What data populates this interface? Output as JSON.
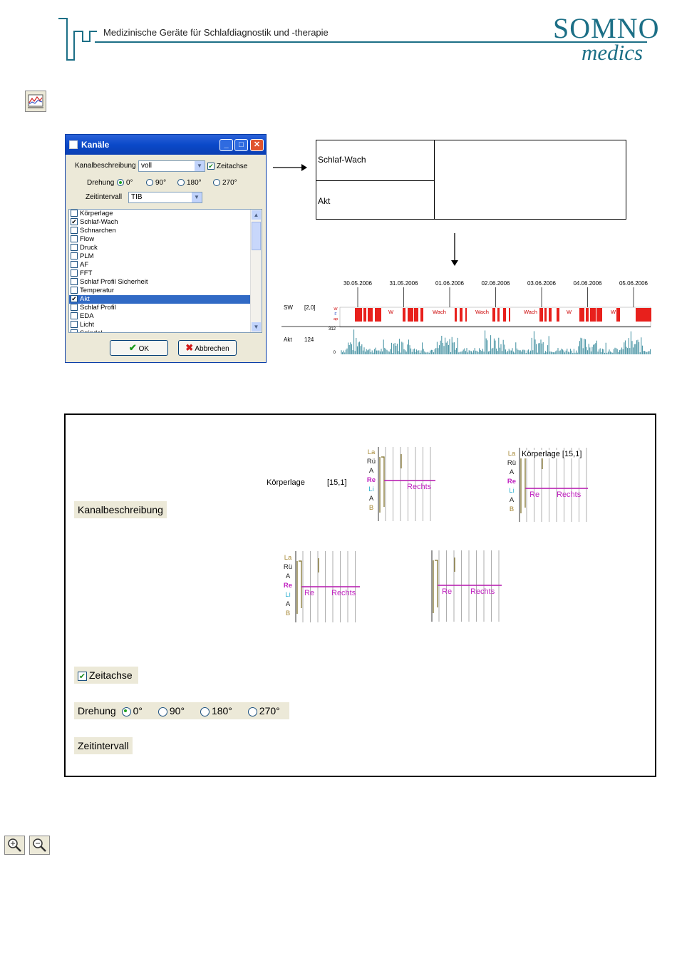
{
  "header": {
    "tagline": "Medizinische Geräte für Schlafdiagnostik und -therapie",
    "brand_line1": "SOMNO",
    "brand_line2": "medics",
    "colors": {
      "brand": "#1c6f86"
    }
  },
  "toolbar_icon": "channel-chart-icon",
  "dialog": {
    "title": "Kanäle",
    "kanalbeschreibung_label": "Kanalbeschreibung",
    "kanalbeschreibung_value": "voll",
    "zeitachse_label": "Zeitachse",
    "drehung_label": "Drehung",
    "rotation_options": [
      "0°",
      "90°",
      "180°",
      "270°"
    ],
    "zeitintervall_label": "Zeitintervall",
    "zeitintervall_value": "TIB",
    "channels": [
      {
        "label": "Körperlage",
        "checked": false
      },
      {
        "label": "Schlaf-Wach",
        "checked": true
      },
      {
        "label": "Schnarchen",
        "checked": false
      },
      {
        "label": "Flow",
        "checked": false
      },
      {
        "label": "Druck",
        "checked": false
      },
      {
        "label": "PLM",
        "checked": false
      },
      {
        "label": "AF",
        "checked": false
      },
      {
        "label": "FFT",
        "checked": false
      },
      {
        "label": "Schlaf Profil Sicherheit",
        "checked": false
      },
      {
        "label": "Temperatur",
        "checked": false
      },
      {
        "label": "Akt",
        "checked": true
      },
      {
        "label": "Schlaf Profil",
        "checked": false
      },
      {
        "label": "EDA",
        "checked": false
      },
      {
        "label": "Licht",
        "checked": false
      },
      {
        "label": "Spindel",
        "checked": false
      }
    ],
    "ok_label": "OK",
    "cancel_label": "Abbrechen"
  },
  "layout_table": {
    "row1": "Schlaf-Wach",
    "row2": "Akt"
  },
  "chart": {
    "dates": [
      "30.05.2006",
      "31.05.2006",
      "01.06.2006",
      "02.06.2006",
      "03.06.2006",
      "04.06.2006",
      "05.06.2006"
    ],
    "sw_label": "SW",
    "sw_value": "[2,0]",
    "sw_axis": [
      "W",
      "F",
      "ap"
    ],
    "sw_texts": [
      "W",
      "Wach",
      "Wach",
      "Wach",
      "W",
      "W"
    ],
    "akt_label": "Akt",
    "akt_value": "124",
    "akt_max": "312",
    "akt_min": "0",
    "colors": {
      "sw": "#e8201c",
      "akt": "#3d8d9e"
    }
  },
  "examples": {
    "kanalbeschreibung": "Kanalbeschreibung",
    "koerperlage": "Körperlage",
    "koerperlage_value": "[15,1]",
    "koerperlage_inline": "Körperlage [15,1]",
    "positions": [
      "La",
      "Rü",
      "A",
      "Re",
      "Li",
      "A",
      "B"
    ],
    "re": "Re",
    "rechts": "Rechts",
    "zeitachse": "Zeitachse",
    "drehung": "Drehung",
    "rotation_options": [
      "0°",
      "90°",
      "180°",
      "270°"
    ],
    "zeitintervall": "Zeitintervall"
  },
  "zoom_icons": [
    "zoom-in-icon",
    "zoom-out-icon"
  ]
}
